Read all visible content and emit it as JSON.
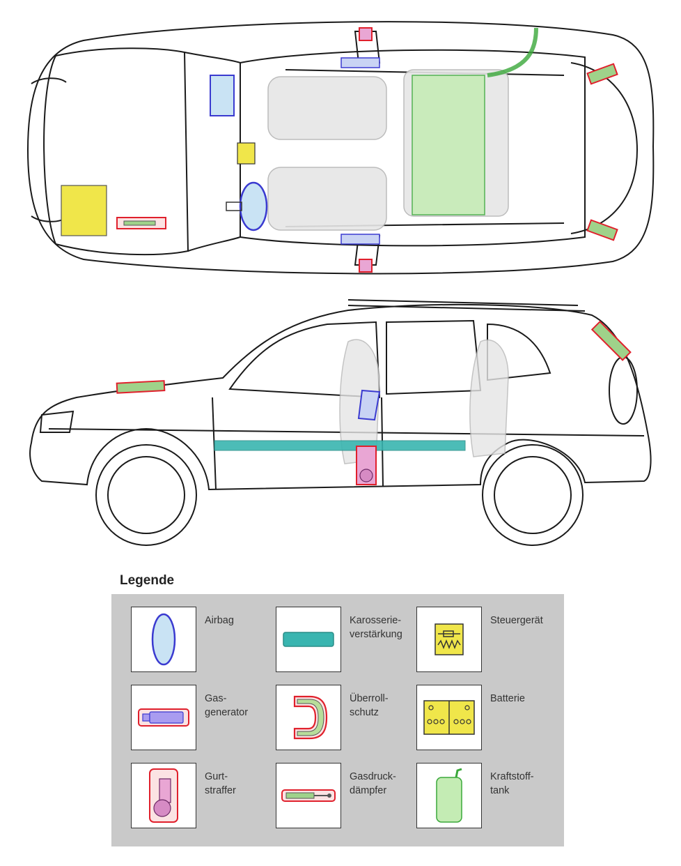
{
  "legend": {
    "title": "Legende",
    "items": [
      {
        "key": "airbag",
        "label": "Airbag",
        "icon": "airbag-icon",
        "fill": "#c9e3f4",
        "stroke": "#3a3ad0"
      },
      {
        "key": "karosserie",
        "label": "Karosserie-\nverstärkung",
        "icon": "body-reinforcement-icon",
        "fill": "#39b5b0",
        "stroke": "#2a8d88"
      },
      {
        "key": "steuergeraet",
        "label": "Steuergerät",
        "icon": "control-unit-icon",
        "fill": "#f0e64a",
        "stroke": "#333333"
      },
      {
        "key": "gasgenerator",
        "label": "Gas-\ngenerator",
        "icon": "gas-generator-icon",
        "fill": "#a99cf0",
        "stroke": "#e0202c"
      },
      {
        "key": "ueberrollschutz",
        "label": "Überroll-\nschutz",
        "icon": "rollover-protection-icon",
        "fill": "#b8dd9a",
        "stroke": "#e0202c"
      },
      {
        "key": "batterie",
        "label": "Batterie",
        "icon": "battery-icon",
        "fill": "#f0e64a",
        "stroke": "#333333"
      },
      {
        "key": "gurtstraffer",
        "label": "Gurt-\nstraffer",
        "icon": "belt-tensioner-icon",
        "fill": "#e9a6d4",
        "stroke": "#e0202c"
      },
      {
        "key": "gasdruckdaempfer",
        "label": "Gasdruck-\ndämpfer",
        "icon": "gas-strut-icon",
        "fill": "#9fd28a",
        "stroke": "#e0202c"
      },
      {
        "key": "kraftstofftank",
        "label": "Kraftstoff-\ntank",
        "icon": "fuel-tank-icon",
        "fill": "#c4ecb4",
        "stroke": "#3aa83a"
      }
    ]
  }
}
